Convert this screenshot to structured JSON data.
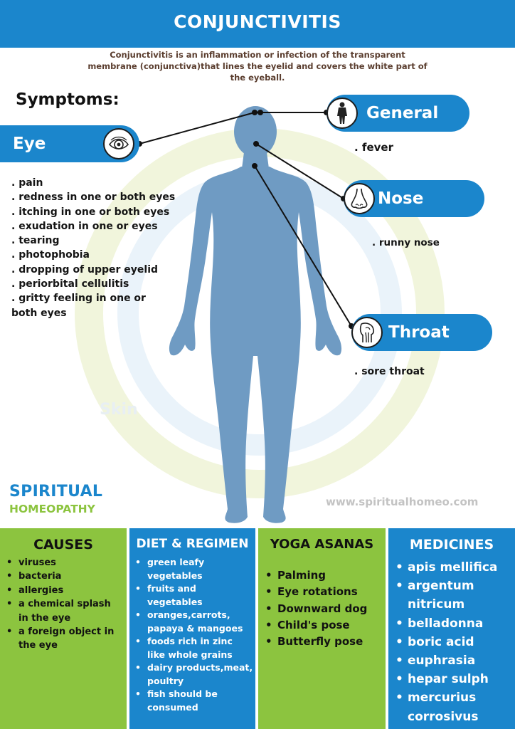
{
  "title": "CONJUNCTIVITIS",
  "intro": "Conjunctivitis is an inflammation or infection of the transparent membrane (conjunctiva)that lines the eyelid and covers the white part of the eyeball.",
  "symptoms_heading": "Symptoms:",
  "watermark_text": "Skin",
  "sections": {
    "eye": {
      "label": "Eye",
      "icon": "eye-icon",
      "items": [
        ". pain",
        ". redness in one or both eyes",
        ". itching in one or both eyes",
        ". exudation in one or eyes",
        ". tearing",
        ". photophobia",
        ". dropping of upper eyelid",
        ". periorbital cellulitis",
        ". gritty feeling in one or both eyes"
      ]
    },
    "general": {
      "label": "General",
      "icon": "human-body-icon",
      "item": ". fever"
    },
    "nose": {
      "label": "Nose",
      "icon": "nose-icon",
      "item": ". runny nose"
    },
    "throat": {
      "label": "Throat",
      "icon": "throat-icon",
      "item": ". sore throat"
    }
  },
  "brand": {
    "line1": "SPIRITUAL",
    "line2": "HOMEOPATHY",
    "website": "www.spiritualhomeo.com"
  },
  "columns": {
    "causes": {
      "heading": "CAUSES",
      "items": [
        "viruses",
        "bacteria",
        "allergies",
        "a chemical splash in the eye",
        "a foreign object in the eye"
      ]
    },
    "diet": {
      "heading": "DIET & REGIMEN",
      "items": [
        "green leafy vegetables",
        "fruits and vegetables",
        "oranges,carrots, papaya & mangoes",
        "foods rich in zinc like whole grains",
        "dairy products,meat, poultry",
        "fish should be consumed"
      ]
    },
    "yoga": {
      "heading": "YOGA ASANAS",
      "items": [
        "Palming",
        "Eye rotations",
        "Downward dog",
        "Child's pose",
        "Butterfly pose"
      ]
    },
    "medicines": {
      "heading": "MEDICINES",
      "items": [
        "apis mellifica",
        "argentum nitricum",
        "belladonna",
        "boric acid",
        "euphrasia",
        "hepar sulph",
        "mercurius corrosivus"
      ]
    }
  },
  "colors": {
    "blue": "#1b86cc",
    "green": "#8cc43f",
    "body": "#6f9bc3",
    "text": "#151515",
    "intro": "#5a3d2e"
  }
}
